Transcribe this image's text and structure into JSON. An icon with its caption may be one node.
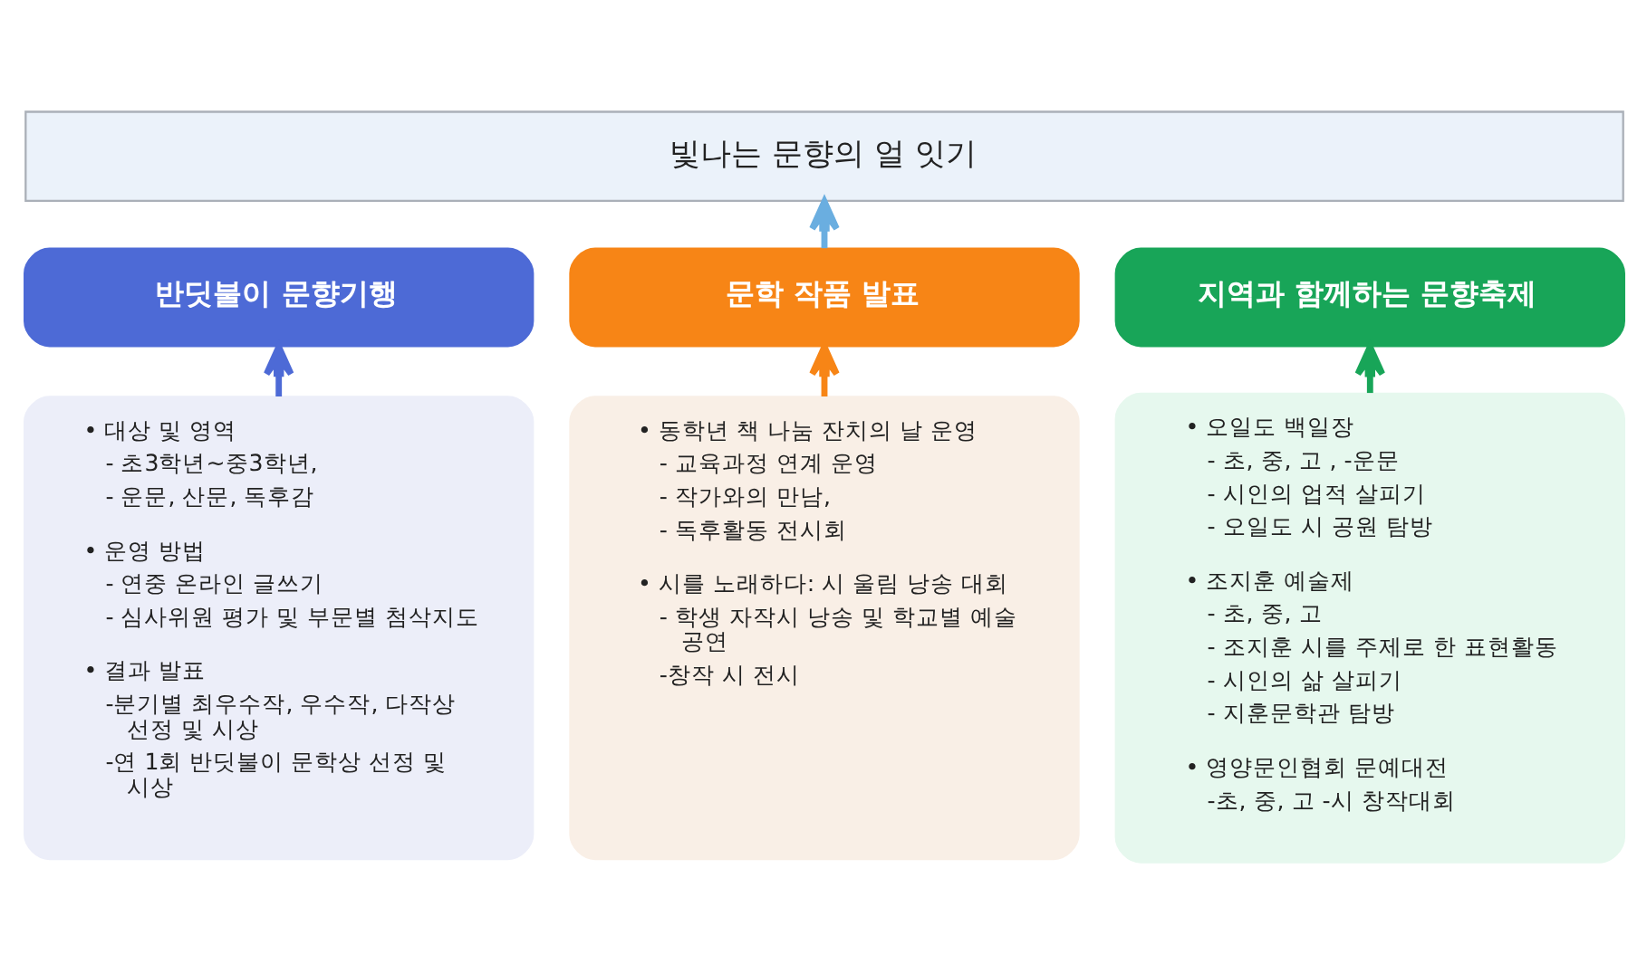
{
  "diagram": {
    "nodes": [
      {
        "text": [
          "빛나는 문향의 얼 잇기"
        ]
      },
      {
        "text": [
          "반딧불이 문향기행"
        ]
      },
      {
        "text": [
          "문학 작품 발표"
        ]
      },
      {
        "text": [
          "지역과 함께하는 문향축제"
        ]
      },
      {
        "text": [
          "• 대상 및 영역",
          "- 초3학년~중3학년,",
          "- 운문, 산문, 독후감",
          "• 운영 방법",
          "- 연중 온라인 글쓰기",
          "- 심사위원 평가 및 부문별 첨삭지도",
          "• 결과 발표",
          "-분기별 최우수작, 우수작, 다작상 선정 및 시상",
          "-연 1회 반딧불이 문학상 선정 및 시상"
        ]
      },
      {
        "text": [
          "• 동학년 책 나눔 잔치의 날 운영",
          "- 교육과정 연계 운영",
          "- 작가와의 만남,",
          "- 독후활동 전시회",
          "• 시를 노래하다: 시 울림 낭송 대회",
          "- 학생 자작시 낭송 및 학교별 예술 공연",
          "-창작 시 전시"
        ]
      },
      {
        "text": [
          "• 오일도 백일장",
          "- 초, 중, 고 , -운문",
          "- 시인의 업적 살피기",
          "- 오일도 시 공원 탐방",
          "• 조지훈 예술제",
          "- 초, 중, 고",
          "- 조지훈 시를 주제로 한 표현활동",
          "- 시인의 삶 살피기",
          "- 지훈문학관 탐방",
          "• 영양문인협회 문예대전",
          "-초, 중, 고 -시 창작대회"
        ]
      }
    ],
    "edges": [
      {
        "from": 2,
        "to": 0,
        "arrow": "to",
        "color": "#6aaee0"
      },
      {
        "from": 4,
        "to": 1,
        "arrow": "to",
        "color": "#4d6ad6"
      },
      {
        "from": 5,
        "to": 2,
        "arrow": "to",
        "color": "#f78516"
      },
      {
        "from": 6,
        "to": 3,
        "arrow": "to",
        "color": "#18a558"
      }
    ]
  }
}
